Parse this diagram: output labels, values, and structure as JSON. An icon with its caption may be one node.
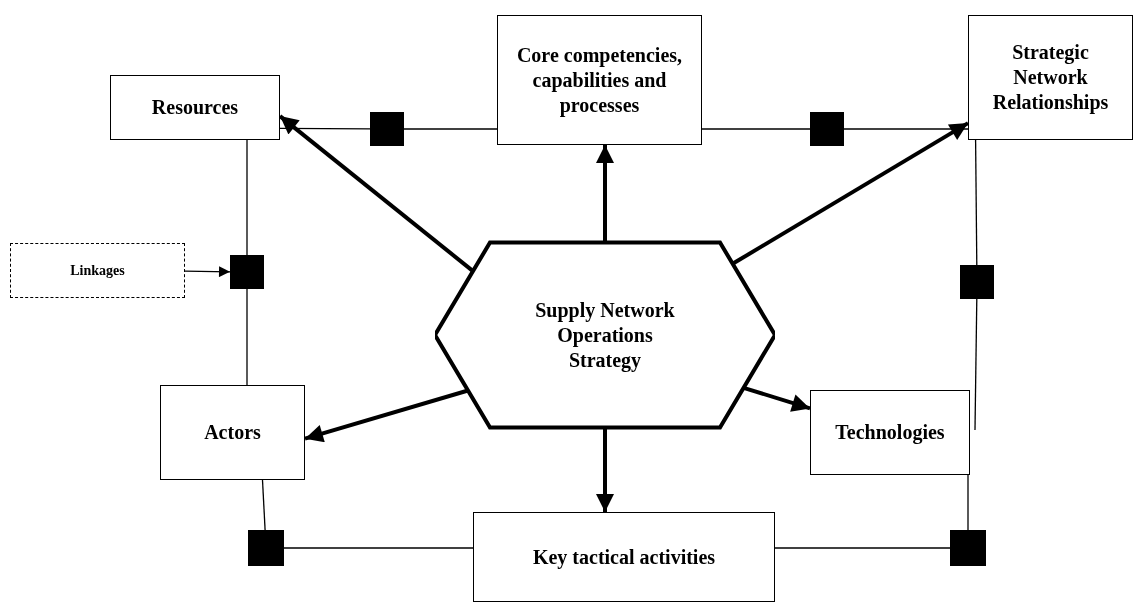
{
  "diagram": {
    "nodes": [
      {
        "text": [
          "Resources"
        ]
      },
      {
        "text": [],
        "shape": "box"
      },
      {
        "text": [
          "Core competencies, capabilities and processes"
        ]
      },
      {
        "text": [],
        "shape": "box"
      },
      {
        "text": [
          "Strategic Network Relationships"
        ]
      },
      {
        "text": [
          "Linkages"
        ]
      },
      {
        "text": [],
        "shape": "box"
      },
      {
        "text": [],
        "shape": "box"
      },
      {
        "text": [
          "Supply Network Operations Strategy"
        ]
      },
      {
        "text": [
          "Actors"
        ]
      },
      {
        "text": [
          "Technologies"
        ]
      },
      {
        "text": [],
        "shape": "box"
      },
      {
        "text": [
          "Key tactical activities"
        ]
      },
      {
        "text": [],
        "shape": "box"
      }
    ],
    "edges": [
      {
        "from": 0,
        "to": 1,
        "arrow": "none"
      },
      {
        "from": 1,
        "to": 2,
        "arrow": "none"
      },
      {
        "from": 2,
        "to": 3,
        "arrow": "none"
      },
      {
        "from": 3,
        "to": 4,
        "arrow": "none"
      },
      {
        "from": 0,
        "to": 6,
        "arrow": "none"
      },
      {
        "from": 6,
        "to": 9,
        "arrow": "none"
      },
      {
        "from": 5,
        "to": 6,
        "arrow": "to"
      },
      {
        "from": 4,
        "to": 7,
        "arrow": "none"
      },
      {
        "from": 7,
        "to": 10,
        "arrow": "none"
      },
      {
        "from": 9,
        "to": 11,
        "arrow": "none"
      },
      {
        "from": 11,
        "to": 12,
        "arrow": "none"
      },
      {
        "from": 12,
        "to": 13,
        "arrow": "none"
      },
      {
        "from": 13,
        "to": 10,
        "arrow": "none"
      },
      {
        "from": 8,
        "to": 0,
        "arrow": "to",
        "style": "thick"
      },
      {
        "from": 8,
        "to": 2,
        "arrow": "to",
        "style": "thick"
      },
      {
        "from": 8,
        "to": 4,
        "arrow": "to",
        "style": "thick"
      },
      {
        "from": 8,
        "to": 9,
        "arrow": "to",
        "style": "thick"
      },
      {
        "from": 8,
        "to": 10,
        "arrow": "to",
        "style": "thick"
      },
      {
        "from": 8,
        "to": 12,
        "arrow": "to",
        "style": "thick"
      }
    ]
  }
}
